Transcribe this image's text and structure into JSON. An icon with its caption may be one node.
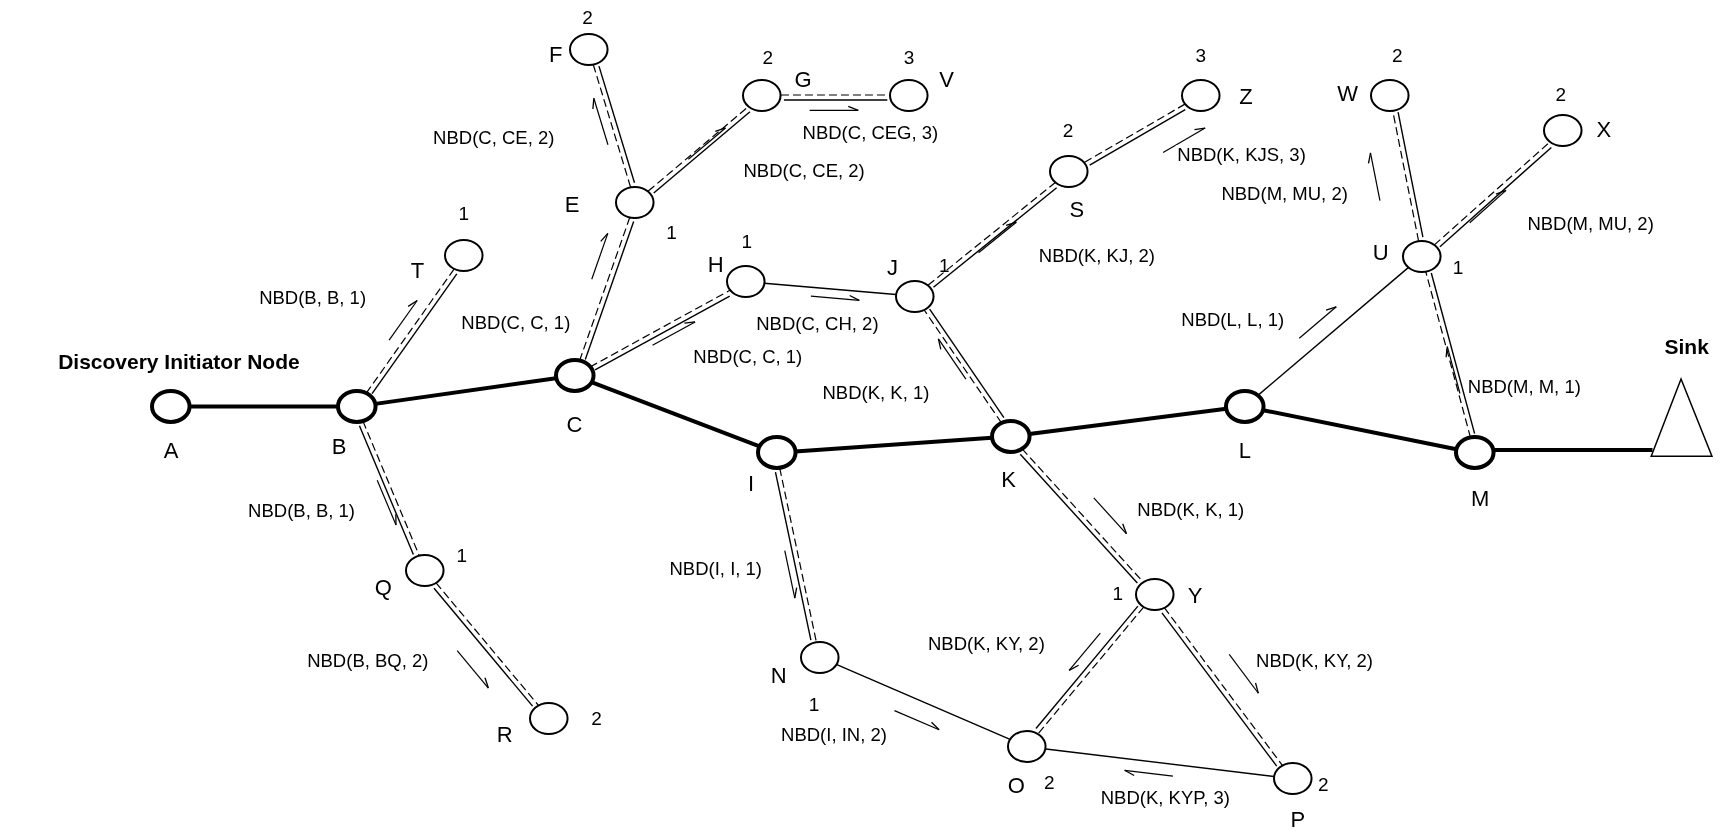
{
  "diagram": {
    "nodes": [
      {
        "text": [
          "A"
        ],
        "beside": [
          "Discovery Initiator Node"
        ]
      },
      {
        "text": [
          "B"
        ]
      },
      {
        "text": [
          "C"
        ]
      },
      {
        "text": [
          "I"
        ]
      },
      {
        "text": [
          "K"
        ]
      },
      {
        "text": [
          "L"
        ]
      },
      {
        "text": [
          "M"
        ]
      },
      {
        "text": [
          "Sink"
        ]
      },
      {
        "text": [
          "T"
        ],
        "beside": [
          "1"
        ]
      },
      {
        "text": [
          "F"
        ],
        "beside": [
          "2"
        ]
      },
      {
        "text": [
          "E"
        ],
        "beside": [
          "1"
        ]
      },
      {
        "text": [
          "G"
        ],
        "beside": [
          "2"
        ]
      },
      {
        "text": [
          "V"
        ],
        "beside": [
          "3"
        ]
      },
      {
        "text": [
          "H"
        ],
        "beside": [
          "1"
        ]
      },
      {
        "text": [
          "J"
        ],
        "beside": [
          "1"
        ]
      },
      {
        "text": [
          "S"
        ],
        "beside": [
          "2"
        ]
      },
      {
        "text": [
          "Z"
        ],
        "beside": [
          "3"
        ]
      },
      {
        "text": [
          "W"
        ],
        "beside": [
          "2"
        ]
      },
      {
        "text": [
          "X"
        ],
        "beside": [
          "2"
        ]
      },
      {
        "text": [
          "U"
        ],
        "beside": [
          "1"
        ]
      },
      {
        "text": [
          "Q"
        ],
        "beside": [
          "1"
        ]
      },
      {
        "text": [
          "R"
        ],
        "beside": [
          "2"
        ]
      },
      {
        "text": [
          "N"
        ],
        "beside": [
          "1"
        ]
      },
      {
        "text": [
          "Y"
        ],
        "beside": [
          "1"
        ]
      },
      {
        "text": [
          "O"
        ],
        "beside": [
          "2"
        ]
      },
      {
        "text": [
          "P"
        ],
        "beside": [
          "2"
        ]
      }
    ],
    "edges": [
      {
        "from": 0,
        "to": 1,
        "arrow": "none",
        "style": "thick"
      },
      {
        "from": 1,
        "to": 2,
        "arrow": "none",
        "style": "thick"
      },
      {
        "from": 2,
        "to": 3,
        "arrow": "none",
        "style": "thick"
      },
      {
        "from": 3,
        "to": 4,
        "arrow": "none",
        "style": "thick"
      },
      {
        "from": 4,
        "to": 5,
        "arrow": "none",
        "style": "thick"
      },
      {
        "from": 5,
        "to": 6,
        "arrow": "none",
        "style": "thick"
      },
      {
        "from": 6,
        "to": 7,
        "arrow": "none",
        "style": "thick"
      },
      {
        "from": 1,
        "to": 8,
        "arrow": "none",
        "style": "dashed",
        "label": "NBD(B, B, 1)"
      },
      {
        "from": 2,
        "to": 10,
        "arrow": "none",
        "style": "dashed",
        "label": "NBD(C, C, 1)"
      },
      {
        "from": 10,
        "to": 9,
        "arrow": "none",
        "style": "dashed",
        "label": "NBD(C, CE, 2)"
      },
      {
        "from": 10,
        "to": 11,
        "arrow": "none",
        "style": "dashed",
        "label": "NBD(C, CE, 2)"
      },
      {
        "from": 11,
        "to": 12,
        "arrow": "none",
        "style": "dashed",
        "label": "NBD(C, CEG, 3)"
      },
      {
        "from": 2,
        "to": 13,
        "arrow": "none",
        "style": "dashed",
        "label": "NBD(C, C, 1)"
      },
      {
        "from": 13,
        "to": 14,
        "arrow": "none",
        "label": "NBD(C, CH, 2)"
      },
      {
        "from": 14,
        "to": 15,
        "arrow": "none",
        "style": "dashed",
        "label": "NBD(K, KJ, 2)"
      },
      {
        "from": 15,
        "to": 16,
        "arrow": "none",
        "style": "dashed",
        "label": "NBD(K, KJS, 3)"
      },
      {
        "from": 4,
        "to": 14,
        "arrow": "none",
        "style": "dashed",
        "label": "NBD(K, K, 1)"
      },
      {
        "from": 5,
        "to": 19,
        "arrow": "none",
        "label": "NBD(L, L, 1)"
      },
      {
        "from": 6,
        "to": 19,
        "arrow": "none",
        "style": "dashed",
        "label": "NBD(M, M, 1)"
      },
      {
        "from": 19,
        "to": 17,
        "arrow": "none",
        "style": "dashed",
        "label": "NBD(M, MU, 2)"
      },
      {
        "from": 19,
        "to": 18,
        "arrow": "none",
        "style": "dashed",
        "label": "NBD(M, MU, 2)"
      },
      {
        "from": 1,
        "to": 20,
        "arrow": "none",
        "style": "dashed",
        "label": "NBD(B, B, 1)"
      },
      {
        "from": 20,
        "to": 21,
        "arrow": "none",
        "style": "dashed",
        "label": "NBD(B, BQ, 2)"
      },
      {
        "from": 3,
        "to": 22,
        "arrow": "none",
        "style": "dashed",
        "label": "NBD(I, I, 1)"
      },
      {
        "from": 22,
        "to": 24,
        "arrow": "none",
        "label": "NBD(I, IN, 2)"
      },
      {
        "from": 4,
        "to": 23,
        "arrow": "none",
        "style": "dashed",
        "label": "NBD(K, K, 1)"
      },
      {
        "from": 23,
        "to": 24,
        "arrow": "none",
        "style": "dashed",
        "label": "NBD(K, KY, 2)"
      },
      {
        "from": 23,
        "to": 25,
        "arrow": "none",
        "style": "dashed",
        "label": "NBD(K, KY, 2)"
      },
      {
        "from": 25,
        "to": 24,
        "arrow": "none",
        "label": "NBD(K, KYP, 3)"
      }
    ]
  }
}
